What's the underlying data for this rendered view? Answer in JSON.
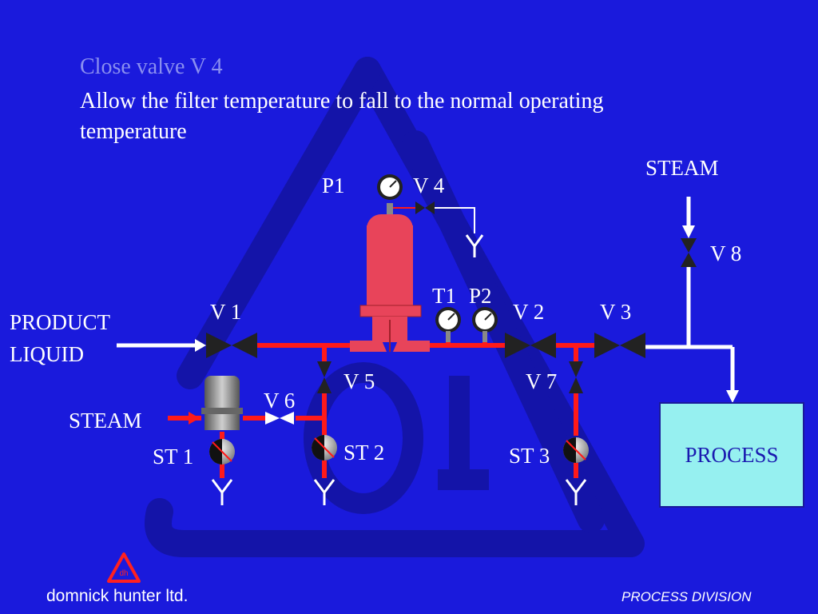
{
  "slide": {
    "step_title": "Close valve V 4",
    "instruction": "Allow the filter temperature to fall to the normal operating temperature"
  },
  "labels": {
    "p1": "P1",
    "v4": "V 4",
    "steam_top": "STEAM",
    "v8": "V 8",
    "t1": "T1",
    "p2": "P2",
    "v1": "V 1",
    "v2": "V 2",
    "v3": "V 3",
    "product_line1": "PRODUCT",
    "product_line2": "LIQUID",
    "v5": "V 5",
    "v7": "V 7",
    "v6": "V 6",
    "steam_left": "STEAM",
    "st1": "ST 1",
    "st2": "ST 2",
    "st3": "ST 3",
    "process": "PROCESS"
  },
  "footer": {
    "company": "domnick hunter ltd.",
    "division": "PROCESS DIVISION"
  },
  "colors": {
    "background": "#1a1adc",
    "pipe_hot": "#ff1a1a",
    "pipe_line": "#ffffff",
    "filter_housing": "#e8445a",
    "process_box": "#96f0f0",
    "step_title": "#8a8ff0",
    "watermark": "#1414a8"
  }
}
